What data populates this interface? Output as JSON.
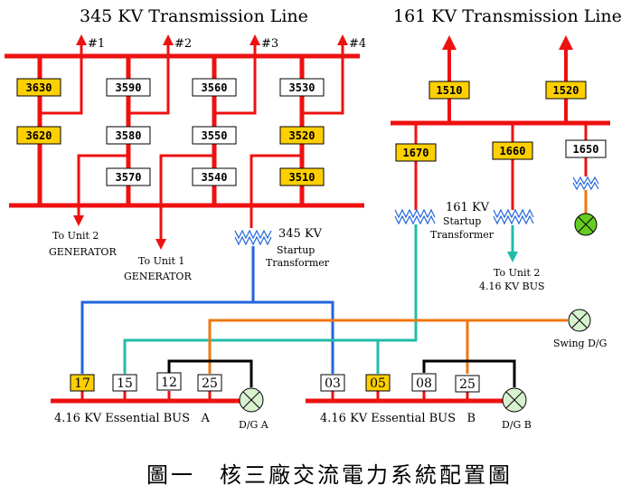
{
  "titles": {
    "left": "345 KV Transmission Line",
    "right": "161 KV Transmission Line"
  },
  "lines_345": [
    "#1",
    "#2",
    "#3",
    "#4"
  ],
  "colors": {
    "red": "#ee1111",
    "blue": "#2266dd",
    "teal": "#22bbaa",
    "orange": "#ee7711",
    "black": "#000000",
    "yellow": "#ffd000",
    "green": "#66cc22"
  },
  "breakers_345": {
    "b3630": "3630",
    "b3620": "3620",
    "b3590": "3590",
    "b3580": "3580",
    "b3570": "3570",
    "b3560": "3560",
    "b3550": "3550",
    "b3540": "3540",
    "b3530": "3530",
    "b3520": "3520",
    "b3510": "3510"
  },
  "breakers_161": {
    "b1510": "1510",
    "b1520": "1520",
    "b1670": "1670",
    "b1660": "1660",
    "b1650": "1650"
  },
  "bus_a_breakers": {
    "b17": "17",
    "b15": "15",
    "b12": "12",
    "b25": "25"
  },
  "bus_b_breakers": {
    "b03": "03",
    "b05": "05",
    "b08": "08",
    "b25": "25"
  },
  "labels": {
    "to_unit2_gen": [
      "To Unit 2",
      "GENERATOR"
    ],
    "to_unit1_gen": [
      "To Unit 1",
      "GENERATOR"
    ],
    "startup_345": {
      "kv": "345 KV",
      "line1": "Startup",
      "line2": "Transformer"
    },
    "startup_161": {
      "kv": "161 KV",
      "line1": "Startup",
      "line2": "Transformer"
    },
    "to_unit2_bus": [
      "To Unit 2",
      "4.16 KV BUS"
    ],
    "swing_dg": "Swing D/G",
    "bus_a": "4.16 KV Essential BUS   A",
    "bus_b": "4.16 KV Essential BUS   B",
    "dg_a": "D/G A",
    "dg_b": "D/G B"
  },
  "caption": "圖一　核三廠交流電力系統配置圖"
}
